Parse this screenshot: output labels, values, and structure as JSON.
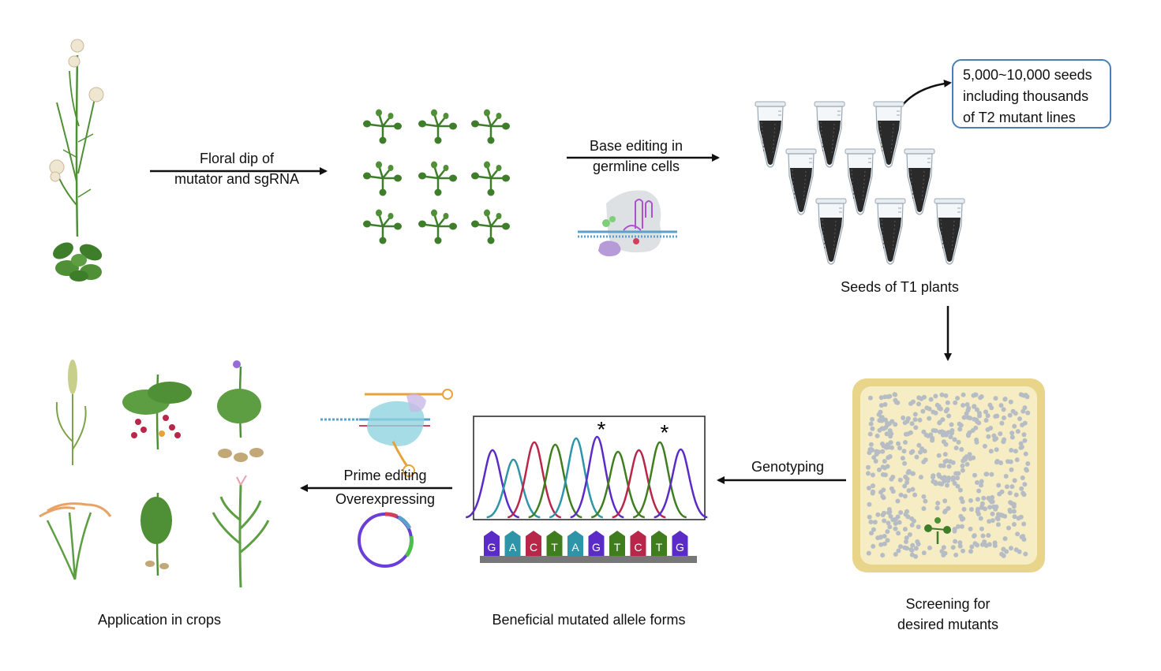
{
  "steps": {
    "floral_dip": [
      "Floral dip of",
      "mutator and sgRNA"
    ],
    "base_editing": [
      "Base editing in",
      "germline cells"
    ],
    "seeds_t1": "Seeds of T1 plants",
    "callout": [
      "5,000~10,000 seeds",
      "including thousands",
      "of T2 mutant lines"
    ],
    "screening": [
      "Screening for",
      "desired mutants"
    ],
    "genotyping": "Genotyping",
    "beneficial": "Beneficial mutated allele forms",
    "prime_editing": "Prime editing",
    "overexpressing": "Overexpressing",
    "application": "Application in crops"
  },
  "sequence": {
    "bases": [
      "G",
      "A",
      "C",
      "T",
      "A",
      "G",
      "T",
      "C",
      "T",
      "G"
    ],
    "mutated_marks": [
      "*",
      "*"
    ]
  },
  "colors": {
    "G": "#5b2bc8",
    "A": "#2e94a8",
    "C": "#b8264a",
    "T": "#3f7d1f",
    "plant_green": "#3e7d2a",
    "seed_dark": "#2a2a2a",
    "plate_fill": "#f6edc4",
    "plate_rim": "#e9d58a",
    "colony": "#b5bcc4",
    "callout_border": "#4a7fb5"
  },
  "icons": [
    "arabidopsis-plant-icon",
    "seedling-icon",
    "base-editor-complex-icon",
    "seed-tube-icon",
    "culture-plate-icon",
    "chromatogram-icon",
    "prime-editor-complex-icon",
    "plasmid-icon",
    "wheat-icon",
    "tomato-icon",
    "potato-icon",
    "rice-icon",
    "peanut-icon",
    "maize-icon"
  ]
}
